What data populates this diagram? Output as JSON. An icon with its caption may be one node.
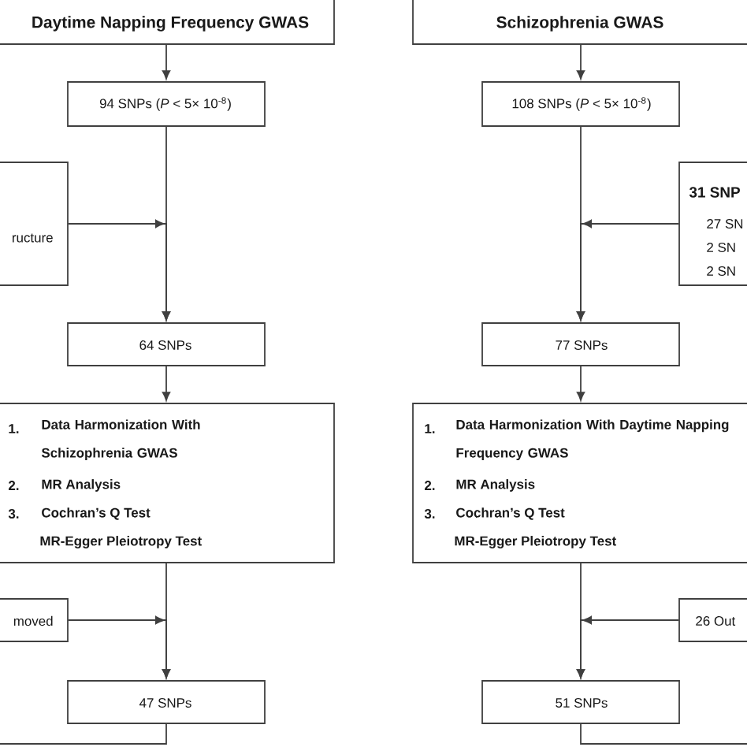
{
  "diagram": {
    "nodes": [
      {
        "text": [
          "Daytime Napping Frequency GWAS"
        ]
      },
      {
        "text": [
          "94 SNPs (*P* < 5× 10$^{-8}$)"
        ]
      },
      {
        "text": [
          "ructure"
        ]
      },
      {
        "text": [
          "64 SNPs"
        ]
      },
      {
        "text": [
          "1.",
          "Data Harmonization With Schizophrenia GWAS",
          "2.",
          "MR Analysis",
          "3.",
          "Cochran’s Q Test",
          "MR-Egger Pleiotropy Test"
        ]
      },
      {
        "text": [
          "moved"
        ]
      },
      {
        "text": [
          "47 SNPs"
        ]
      },
      {
        "text": [
          "Schizophrenia GWAS"
        ]
      },
      {
        "text": [
          "108 SNPs (*P* < 5× 10$^{-8}$)"
        ]
      },
      {
        "text": [
          "31 SNP",
          "27 SN",
          "2 SN",
          "2 SN"
        ]
      },
      {
        "text": [
          "77 SNPs"
        ]
      },
      {
        "text": [
          "1.",
          "Data Harmonization With Daytime Napping Frequency GWAS",
          "2.",
          "MR Analysis",
          "3.",
          "Cochran’s Q Test",
          "MR-Egger Pleiotropy Test"
        ]
      },
      {
        "text": [
          "26 Out"
        ]
      },
      {
        "text": [
          "51 SNPs"
        ]
      }
    ],
    "edges": [
      {
        "from": 0,
        "to": 1,
        "arrow": "to"
      },
      {
        "from": 1,
        "to": 3,
        "arrow": "to"
      },
      {
        "from": 2,
        "to": 3,
        "arrow": "to"
      },
      {
        "from": 3,
        "to": 4,
        "arrow": "to"
      },
      {
        "from": 4,
        "to": 6,
        "arrow": "to"
      },
      {
        "from": 5,
        "to": 6,
        "arrow": "to"
      },
      {
        "from": 6,
        "to": null,
        "arrow": "none"
      },
      {
        "from": 7,
        "to": 8,
        "arrow": "to"
      },
      {
        "from": 8,
        "to": 10,
        "arrow": "to"
      },
      {
        "from": 9,
        "to": 10,
        "arrow": "to"
      },
      {
        "from": 10,
        "to": 11,
        "arrow": "to"
      },
      {
        "from": 11,
        "to": 13,
        "arrow": "to"
      },
      {
        "from": 12,
        "to": 13,
        "arrow": "to"
      },
      {
        "from": 13,
        "to": null,
        "arrow": "none"
      }
    ]
  }
}
